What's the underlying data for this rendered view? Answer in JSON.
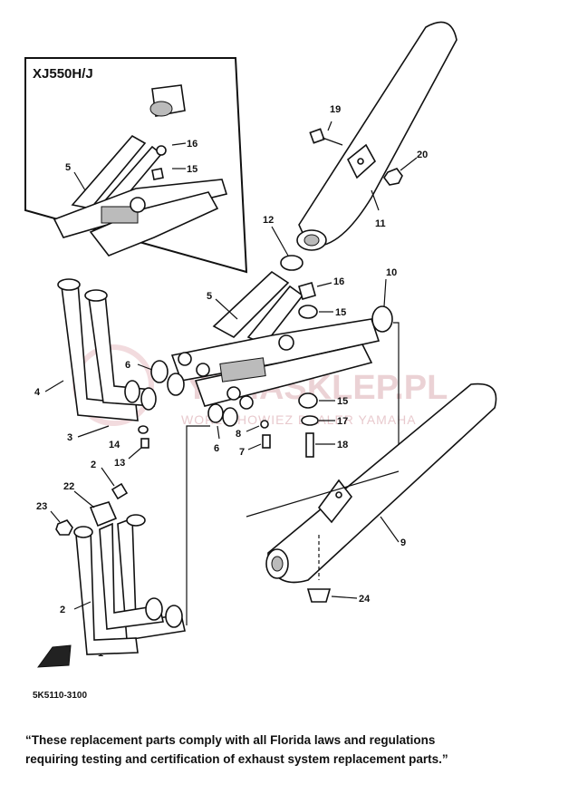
{
  "model_label": "XJ550H/J",
  "diagram_code": "5K5110-3100",
  "watermark": {
    "brand": "YAMASKLEP.PL",
    "tagline": "WORLD HOWIEZ DEALER YAMAHA"
  },
  "callouts": {
    "c1": "1",
    "c2a": "2",
    "c2b": "2",
    "c3": "3",
    "c4": "4",
    "c5a": "5",
    "c5b": "5",
    "c6a": "6",
    "c6b": "6",
    "c7": "7",
    "c8": "8",
    "c9": "9",
    "c10": "10",
    "c11": "11",
    "c12": "12",
    "c13": "13",
    "c14": "14",
    "c15a": "15",
    "c15b": "15",
    "c15c": "15",
    "c16a": "16",
    "c16b": "16",
    "c17": "17",
    "c18": "18",
    "c19": "19",
    "c20": "20",
    "c22": "22",
    "c23": "23",
    "c24": "24"
  },
  "disclaimer": {
    "line1": "“These replacement parts comply with all Florida laws and regulations",
    "line2": "requiring testing and certification of exhaust system replacement parts.”"
  }
}
